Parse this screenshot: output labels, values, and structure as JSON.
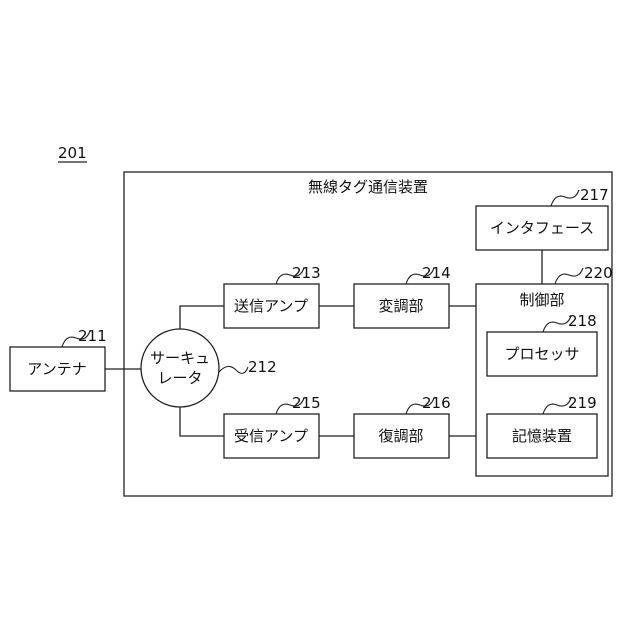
{
  "figure_ref": "201",
  "device": {
    "label": "無線タグ通信装置"
  },
  "antenna": {
    "label": "アンテナ",
    "ref": "211"
  },
  "circulator": {
    "line1": "サーキュ",
    "line2": "レータ",
    "ref": "212"
  },
  "tx_amp": {
    "label": "送信アンプ",
    "ref": "213"
  },
  "modulator": {
    "label": "変調部",
    "ref": "214"
  },
  "rx_amp": {
    "label": "受信アンプ",
    "ref": "215"
  },
  "demodulator": {
    "label": "復調部",
    "ref": "216"
  },
  "interface": {
    "label": "インタフェース",
    "ref": "217"
  },
  "controller": {
    "label": "制御部",
    "ref": "220"
  },
  "processor": {
    "label": "プロセッサ",
    "ref": "218"
  },
  "storage": {
    "label": "記憶装置",
    "ref": "219"
  }
}
